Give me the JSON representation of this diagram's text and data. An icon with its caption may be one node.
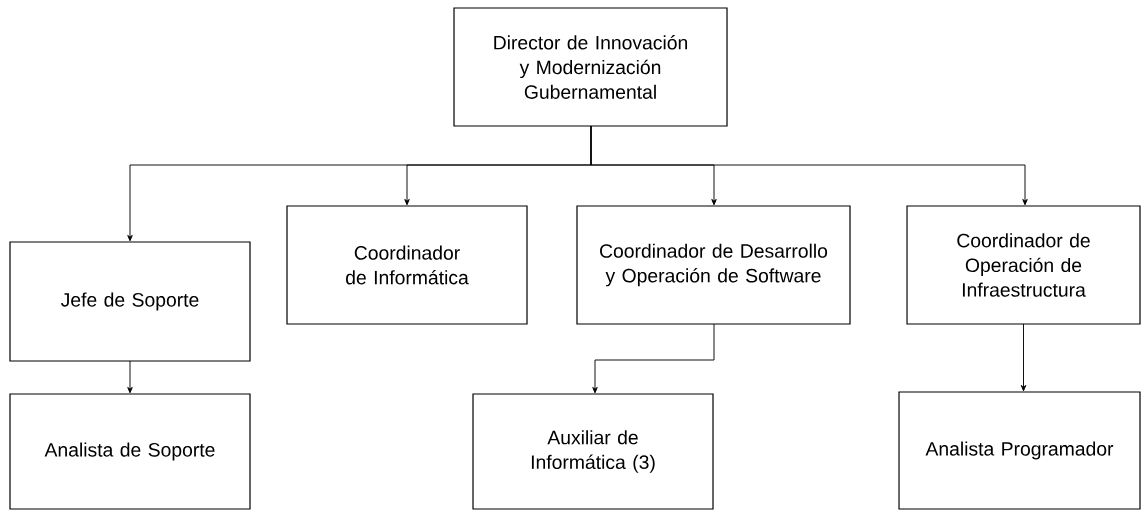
{
  "diagram": {
    "nodes": [
      {
        "text": [
          "Director de Innovación y Modernización Gubernamental"
        ]
      },
      {
        "text": [
          "Jefe de Soporte"
        ]
      },
      {
        "text": [
          "Coordinador de Informática"
        ]
      },
      {
        "text": [
          "Coordinador de Desarrollo y Operación de Software"
        ]
      },
      {
        "text": [
          "Coordinador de Operación de Infraestructura"
        ]
      },
      {
        "text": [
          "Analista de Soporte"
        ]
      },
      {
        "text": [
          "Auxiliar de Informática (3)"
        ]
      },
      {
        "text": [
          "Analista Programador"
        ]
      }
    ],
    "edges": [
      {
        "from": 0,
        "to": 1,
        "arrow": "to"
      },
      {
        "from": 0,
        "to": 2,
        "arrow": "to"
      },
      {
        "from": 0,
        "to": 3,
        "arrow": "to"
      },
      {
        "from": 0,
        "to": 4,
        "arrow": "to"
      },
      {
        "from": 1,
        "to": 5,
        "arrow": "to"
      },
      {
        "from": 3,
        "to": 6,
        "arrow": "to"
      },
      {
        "from": 4,
        "to": 7,
        "arrow": "to"
      }
    ]
  }
}
